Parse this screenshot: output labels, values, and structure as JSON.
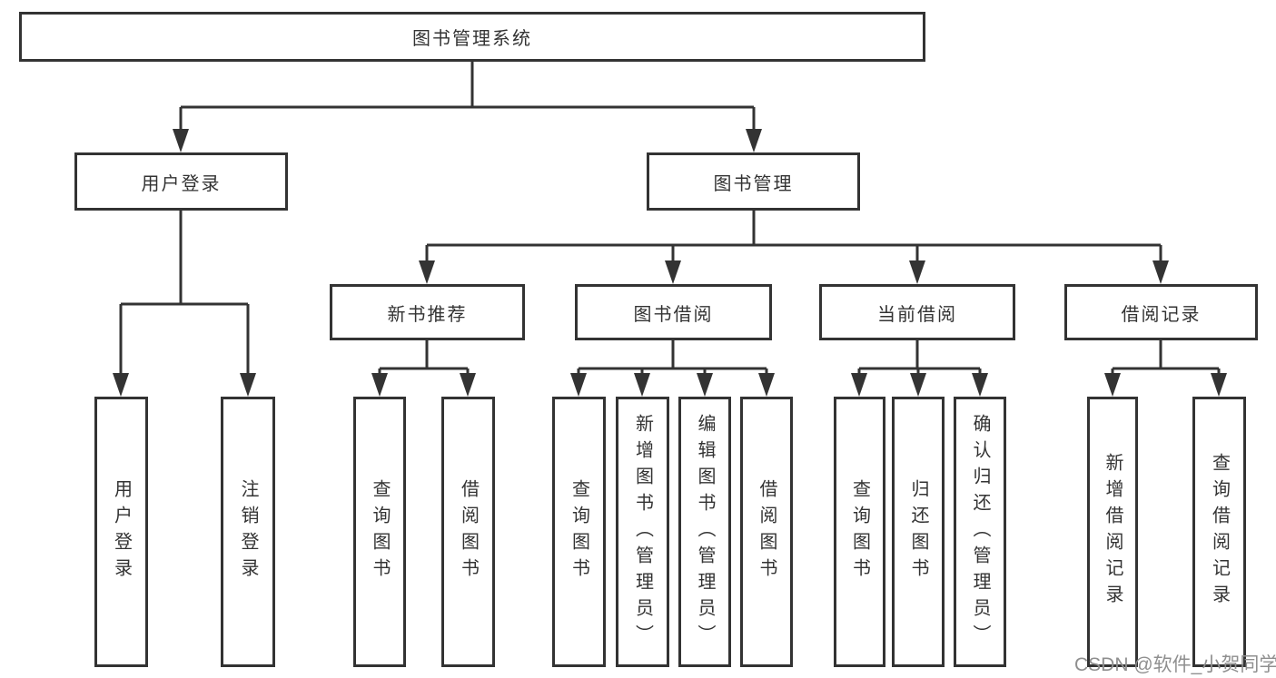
{
  "tree": {
    "label": "图书管理系统",
    "children": [
      {
        "label": "用户登录",
        "children": [
          {
            "label": "用户登录"
          },
          {
            "label": "注销登录"
          }
        ]
      },
      {
        "label": "图书管理",
        "children": [
          {
            "label": "新书推荐",
            "children": [
              {
                "label": "查询图书"
              },
              {
                "label": "借阅图书"
              }
            ]
          },
          {
            "label": "图书借阅",
            "children": [
              {
                "label": "查询图书"
              },
              {
                "label": "新增图书（管理员）"
              },
              {
                "label": "编辑图书（管理员）"
              },
              {
                "label": "借阅图书"
              }
            ]
          },
          {
            "label": "当前借阅",
            "children": [
              {
                "label": "查询图书"
              },
              {
                "label": "归还图书"
              },
              {
                "label": "确认归还（管理员）"
              }
            ]
          },
          {
            "label": "借阅记录",
            "children": [
              {
                "label": "新增借阅记录"
              },
              {
                "label": "查询借阅记录"
              }
            ]
          }
        ]
      }
    ]
  },
  "watermark": {
    "text": "CSDN @软件_小贺同学"
  },
  "colors": {
    "line": "#333333",
    "text": "#333333",
    "watermark": "#8f8f8f",
    "background": "#ffffff"
  }
}
